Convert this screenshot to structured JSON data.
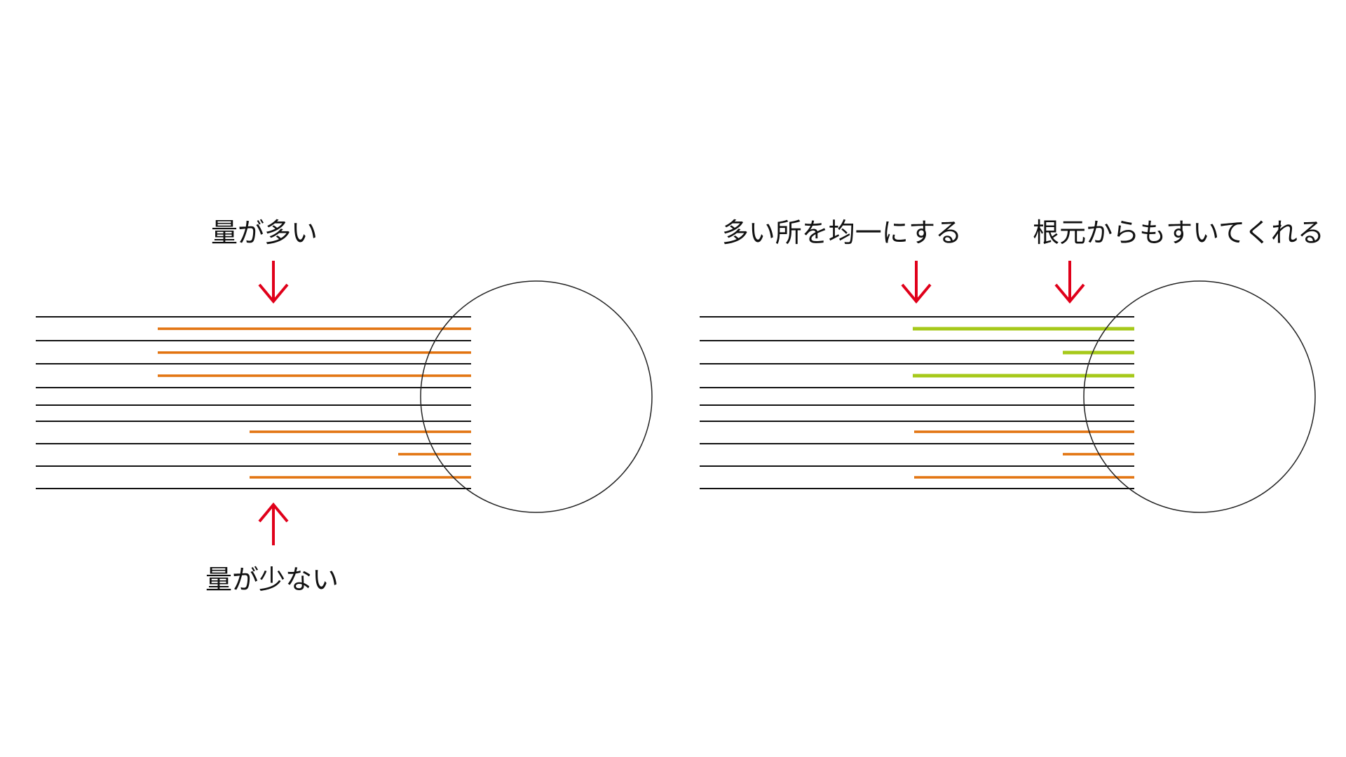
{
  "colors": {
    "line": "#111111",
    "circle": "#222222",
    "orange": "#e2730f",
    "green": "#a6c91a",
    "arrow": "#e0001a"
  },
  "left_panel": {
    "label_top": "量が多い",
    "label_bottom": "量が少ない"
  },
  "right_panel": {
    "label_left": "多い所を均一にする",
    "label_right": "根元からもすいてくれる"
  }
}
